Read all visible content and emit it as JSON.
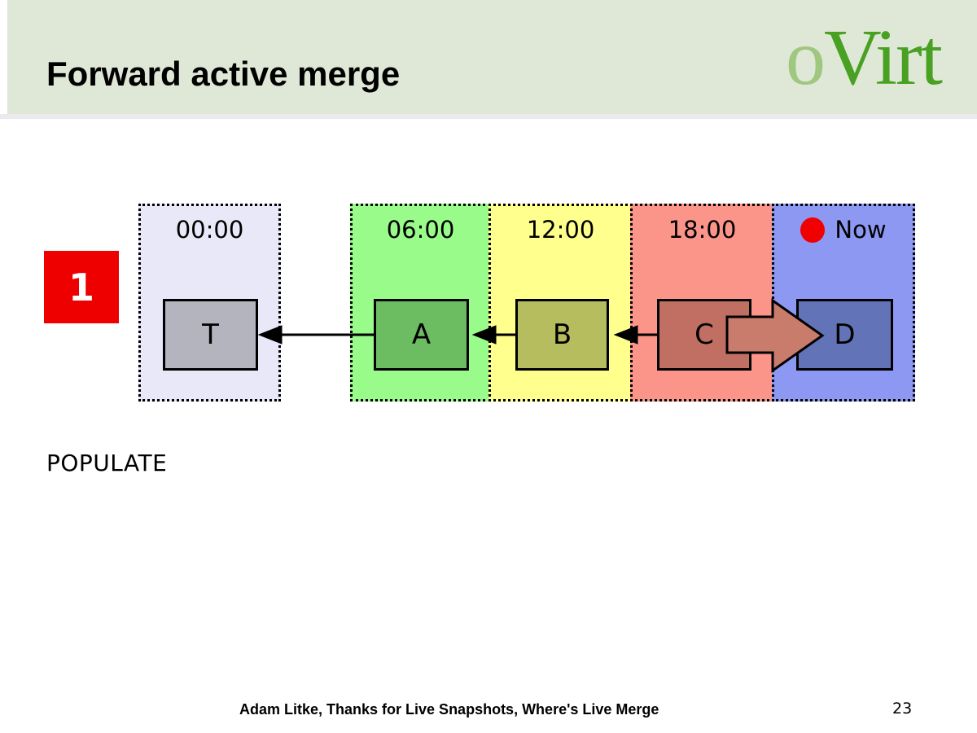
{
  "header": {
    "title": "Forward active merge",
    "band_color": "#dfe8d6",
    "logo": {
      "part1": "o",
      "part2": "Virt",
      "part1_color": "#9fc780",
      "part2_color": "#48a122"
    }
  },
  "step_badge": {
    "label": "1",
    "color": "#ee0000",
    "text_color": "#ffffff"
  },
  "timeline": {
    "panels": [
      {
        "label": "00:00",
        "bg": "#e8e8f8",
        "box": {
          "letter": "T",
          "fill": "#b4b4bf"
        }
      },
      {
        "label": "06:00",
        "bg": "#98fb8a",
        "box": {
          "letter": "A",
          "fill": "#6cbd62"
        }
      },
      {
        "label": "12:00",
        "bg": "#ffff8d",
        "box": {
          "letter": "B",
          "fill": "#b6bd5e"
        }
      },
      {
        "label": "18:00",
        "bg": "#fb958a",
        "box": {
          "letter": "C",
          "fill": "#c16f62"
        }
      },
      {
        "label": "Now",
        "bg": "#8d98f2",
        "box": {
          "letter": "D",
          "fill": "#6273b8"
        },
        "indicator_color": "#f00000"
      }
    ],
    "chain_arrows": [
      {
        "from": "A",
        "to": "T"
      },
      {
        "from": "B",
        "to": "A"
      },
      {
        "from": "C",
        "to": "B"
      }
    ],
    "merge_arrow": {
      "from": "C",
      "to": "D",
      "fill": "#c97b6c"
    }
  },
  "caption": "POPULATE",
  "footer": {
    "credit": "Adam Litke, Thanks for Live Snapshots, Where's Live Merge",
    "page_number": "23"
  }
}
